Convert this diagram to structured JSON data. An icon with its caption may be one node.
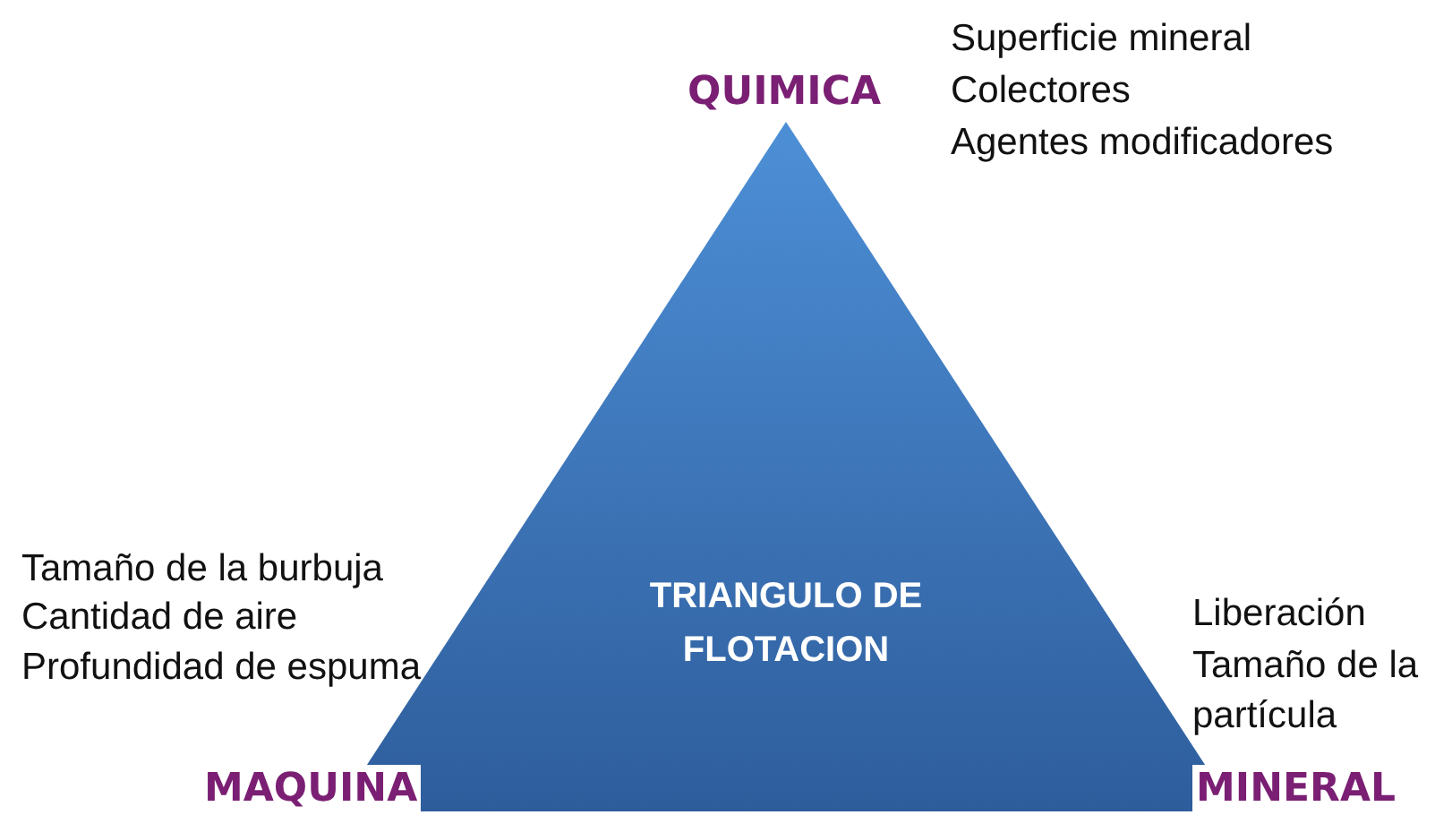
{
  "diagram": {
    "nodes": [
      {
        "text": [
          "TRIANGULO DE FLOTACION"
        ]
      }
    ],
    "labels": [
      "QUIMICA",
      "Superficie mineral",
      "Colectores",
      "Agentes modificadores",
      "Tamaño de la burbuja",
      "Cantidad de aire",
      "Profundidad de espuma",
      "Liberación",
      "Tamaño de la partícula",
      "MAQUINA",
      "MINERAL"
    ]
  }
}
